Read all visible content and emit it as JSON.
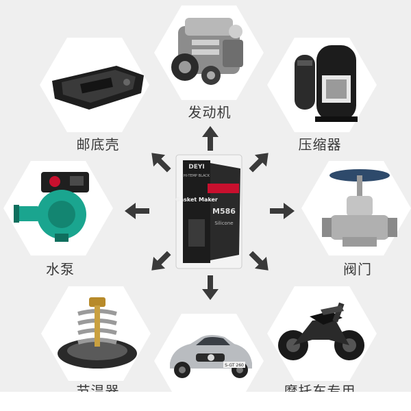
{
  "labels": {
    "engine": "发动机",
    "oil_pan": "邮底壳",
    "compressor": "压缩器",
    "water_pump": "水泵",
    "valve": "阀门",
    "thermostat": "节温器",
    "motorcycle": "摩托车专用"
  },
  "product": {
    "brand": "DEYI",
    "line1": "HI-TEMP BLACK",
    "line2": "Gasket Maker",
    "model": "M586",
    "variant": "Silicone"
  },
  "car": {
    "plate": "S-GT 260"
  },
  "colors": {
    "arrow": "#3a3a3a",
    "background": "#efefef",
    "pump_green": "#1aa58f",
    "product_red": "#c8102e"
  }
}
